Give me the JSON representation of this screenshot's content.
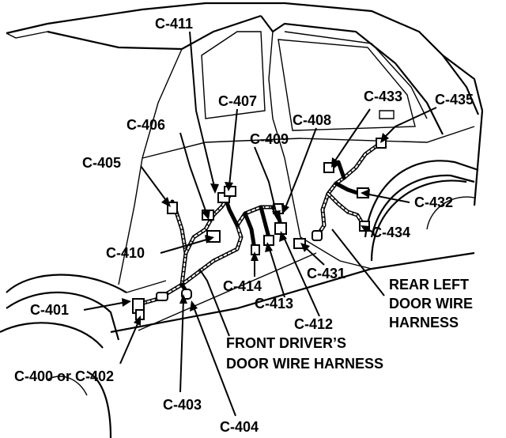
{
  "connectors": {
    "c411": "C-411",
    "c407": "C-407",
    "c406": "C-406",
    "c408": "C-408",
    "c433": "C-433",
    "c435": "C-435",
    "c409": "C-409",
    "c405": "C-405",
    "c432": "C-432",
    "c434": "C-434",
    "c410": "C-410",
    "c431": "C-431",
    "c414": "C-414",
    "c413": "C-413",
    "c412": "C-412",
    "c401": "C-401",
    "c400_402": "C-400 or C-402",
    "c403": "C-403",
    "c404": "C-404"
  },
  "harness_labels": {
    "rear_left_line1": "REAR LEFT",
    "rear_left_line2": "DOOR WIRE",
    "rear_left_line3": "HARNESS",
    "front_driver_line1": "FRONT DRIVER’S",
    "front_driver_line2": "DOOR WIRE HARNESS"
  }
}
